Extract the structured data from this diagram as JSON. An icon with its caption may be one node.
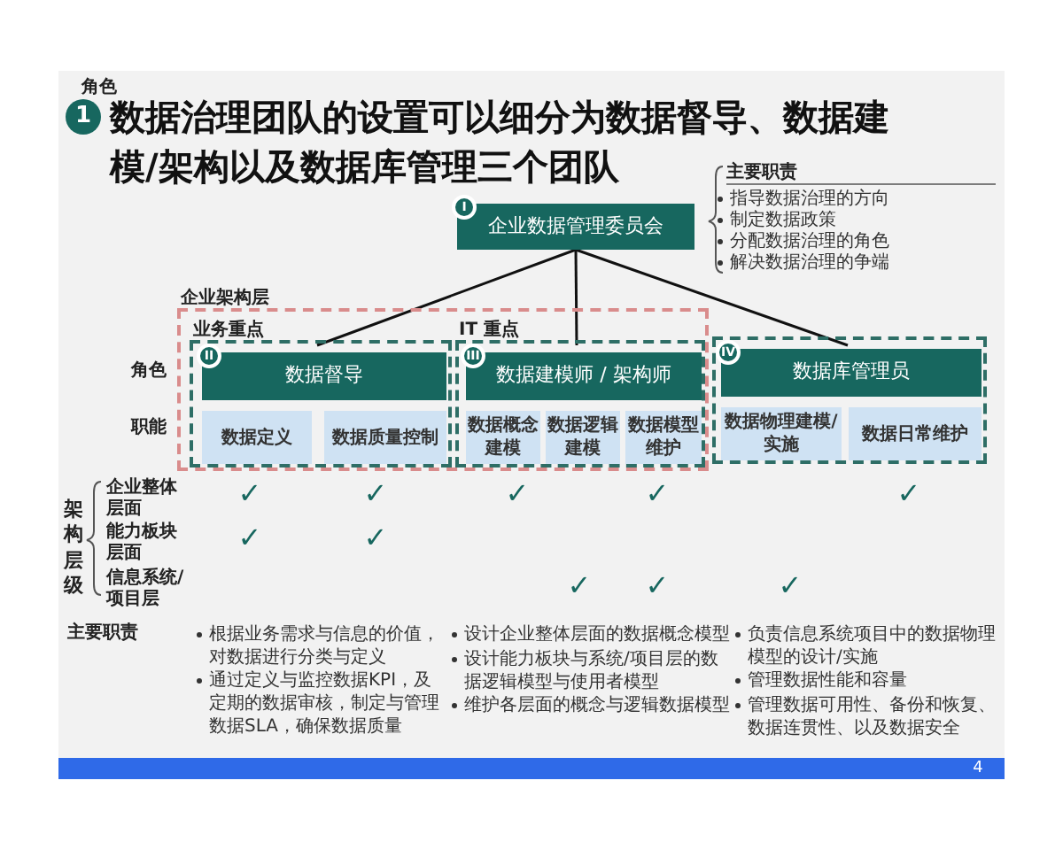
{
  "diagram": {
    "title": "数据治理团队的设置可以细分为数据督导、数据建模/架构以及数据库管理三个团队",
    "nodes": [
      {
        "text": [
          "I",
          "企业数据管理委员会"
        ]
      },
      {
        "text": [
          "企业架构层"
        ]
      },
      {
        "text": [
          "业务重点"
        ],
        "in": 1
      },
      {
        "text": [
          "II",
          "数据督导"
        ],
        "in": 2
      },
      {
        "text": [
          "数据定义"
        ],
        "in": 2
      },
      {
        "text": [
          "数据质量控制"
        ],
        "in": 2
      },
      {
        "text": [
          "IT 重点"
        ],
        "in": 1
      },
      {
        "text": [
          "III",
          "数据建模师 / 架构师"
        ],
        "in": 6
      },
      {
        "text": [
          "数据概念建模"
        ],
        "in": 6
      },
      {
        "text": [
          "数据逻辑建模"
        ],
        "in": 6
      },
      {
        "text": [
          "数据模型维护"
        ],
        "in": 6
      },
      {
        "text": [],
        "shape": "box"
      },
      {
        "text": [
          "IV",
          "数据库管理员"
        ],
        "in": 11
      },
      {
        "text": [
          "数据物理建模/实施"
        ],
        "in": 11
      },
      {
        "text": [
          "数据日常维护"
        ],
        "in": 11
      }
    ],
    "edges": [
      {
        "from": 0,
        "to": 3,
        "arrow": "none"
      },
      {
        "from": 0,
        "to": 7,
        "arrow": "none"
      },
      {
        "from": 0,
        "to": 12,
        "arrow": "none"
      }
    ],
    "labels": [
      "角色",
      "1",
      "主要职责",
      "指导数据治理的方向",
      "制定数据政策",
      "分配数据治理的角色",
      "解决数据治理的争端",
      "角色",
      "职能",
      "架构层级",
      "企业整体层面",
      "能力板块层面",
      "信息系统/项目层",
      "✓",
      "✓",
      "✓",
      "✓",
      "✓",
      "✓",
      "✓",
      "✓",
      "✓",
      "✓",
      "主要职责",
      "根据业务需求与信息的价值，对数据进行分类与定义",
      "通过定义与监控数据KPI，及定期的数据审核，制定与管理数据SLA，确保数据质量",
      "设计企业整体层面的数据概念模型",
      "设计能力板块与系统/项目层的数据逻辑模型与使用者模型",
      "维护各层面的概念与逻辑数据模型",
      "负责信息系统项目中的数据物理模型的设计/实施",
      "管理数据性能和容量",
      "管理数据可用性、备份和恢复、数据连贯性、以及数据安全",
      "4"
    ]
  }
}
